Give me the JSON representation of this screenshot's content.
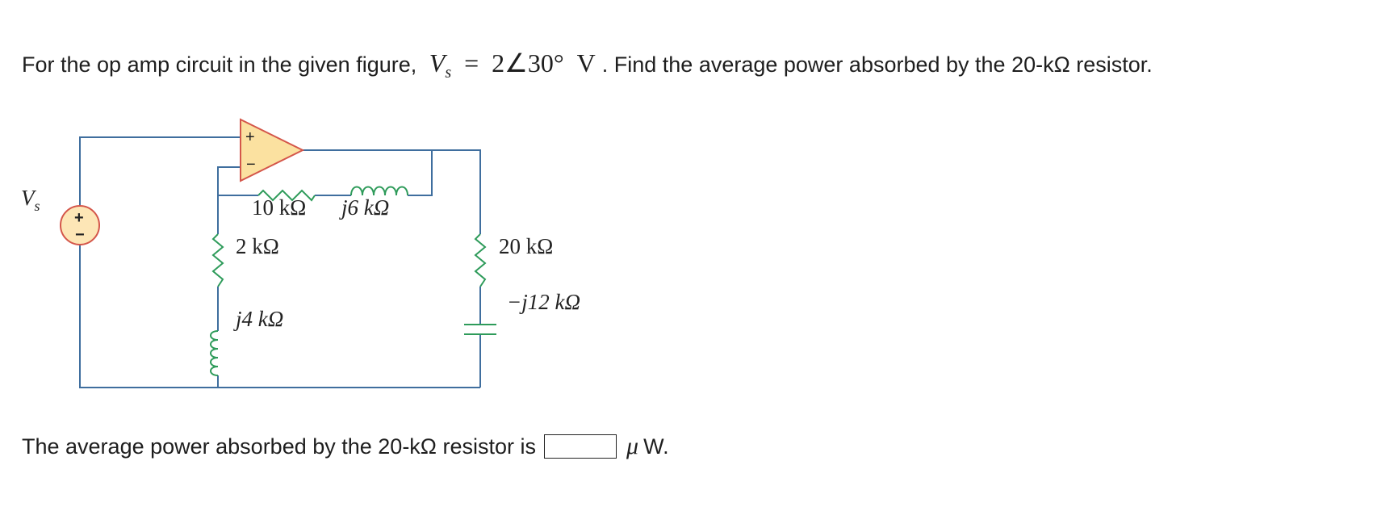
{
  "problem": {
    "prefix": "For the op amp circuit in the given figure,",
    "source_symbol": "V",
    "source_subscript": "s",
    "equals": "=",
    "source_magnitude": "2",
    "angle_symbol": "∠",
    "source_angle": "30°",
    "source_unit": "V",
    "suffix": ". Find the average power absorbed by the 20-kΩ resistor."
  },
  "circuit": {
    "source_label": "V",
    "source_label_sub": "s",
    "labels": {
      "r10": "10 kΩ",
      "l6": "j6 kΩ",
      "r2": "2 kΩ",
      "l4": "j4 kΩ",
      "r20": "20 kΩ",
      "c12": "−j12 kΩ"
    },
    "opamp_plus": "+",
    "opamp_minus": "−",
    "source_plus": "+",
    "source_minus": "−",
    "colors": {
      "wire": "#3f6e9e",
      "component": "#2e9b5a",
      "opamp_fill": "#fbe1a0",
      "opamp_stroke": "#d4564a",
      "source_fill": "#fde6b6",
      "source_stroke": "#d4564a"
    }
  },
  "answer": {
    "prefix": "The average power absorbed by the 20-kΩ resistor is",
    "input_value": "",
    "unit_prefix": "μ",
    "unit": "W."
  }
}
